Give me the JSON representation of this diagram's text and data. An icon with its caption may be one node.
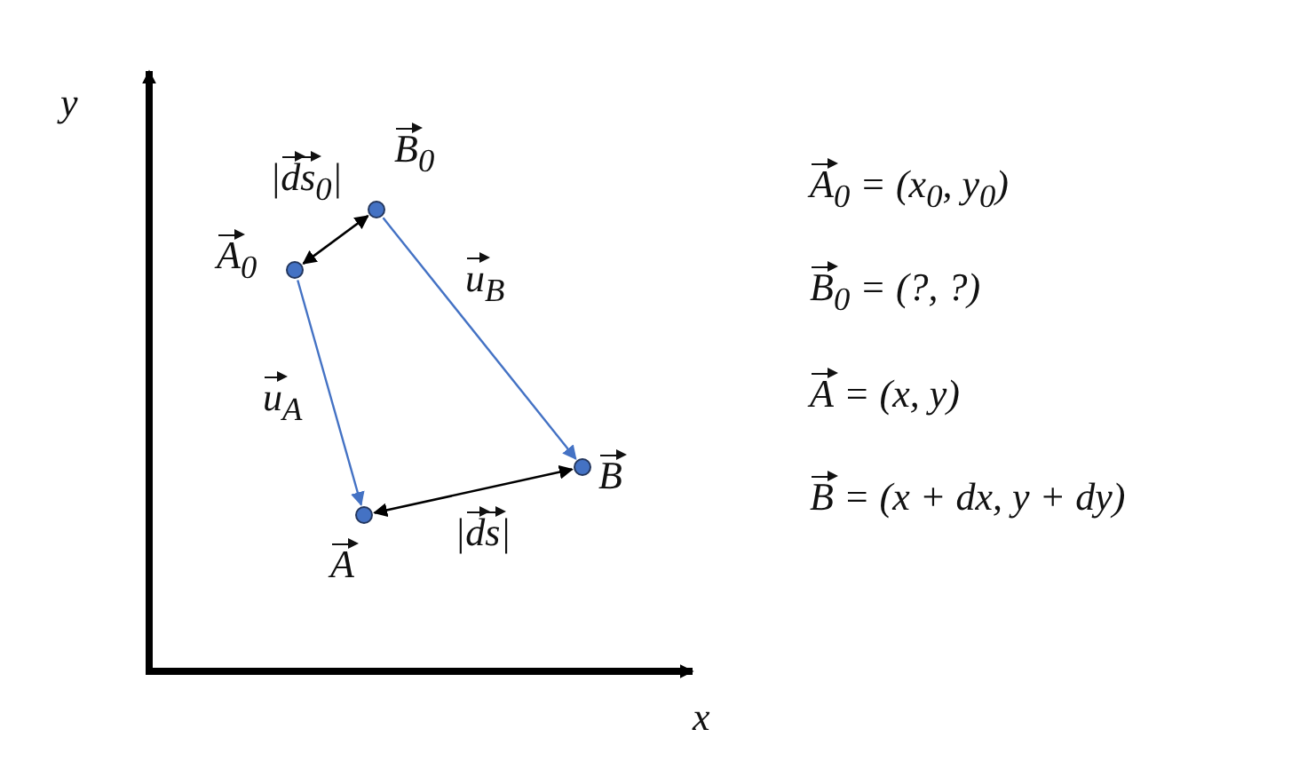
{
  "diagram": {
    "nodes": [
      {
        "text": [],
        "shape": "circle",
        "beside": [
          "B⃗$_{0}$"
        ]
      },
      {
        "text": [],
        "shape": "circle",
        "beside": [
          "A⃗$_{0}$"
        ]
      },
      {
        "text": [],
        "shape": "circle",
        "beside": [
          "A⃗"
        ]
      },
      {
        "text": [],
        "shape": "circle",
        "beside": [
          "B⃗"
        ]
      }
    ],
    "edges": [
      {
        "from": 0,
        "to": 1,
        "arrow": "both",
        "label": "|d⃗s⃗$_{0}$|"
      },
      {
        "from": 1,
        "to": 2,
        "arrow": "to",
        "label": "u⃗$_{A}$",
        "color": "#4472c4"
      },
      {
        "from": 0,
        "to": 3,
        "arrow": "to",
        "label": "u⃗$_{B}$",
        "color": "#4472c4"
      },
      {
        "from": 3,
        "to": 2,
        "arrow": "both",
        "label": "|d⃗s⃗|"
      }
    ],
    "labels": [
      "y",
      "A⃗$_{0}$ = (x$_{0}$, y$_{0}$)",
      "B⃗$_{0}$ = (?, ?)",
      "A⃗ = (x, y)",
      "B⃗ = (x + dx, y + dy)",
      "x"
    ]
  }
}
